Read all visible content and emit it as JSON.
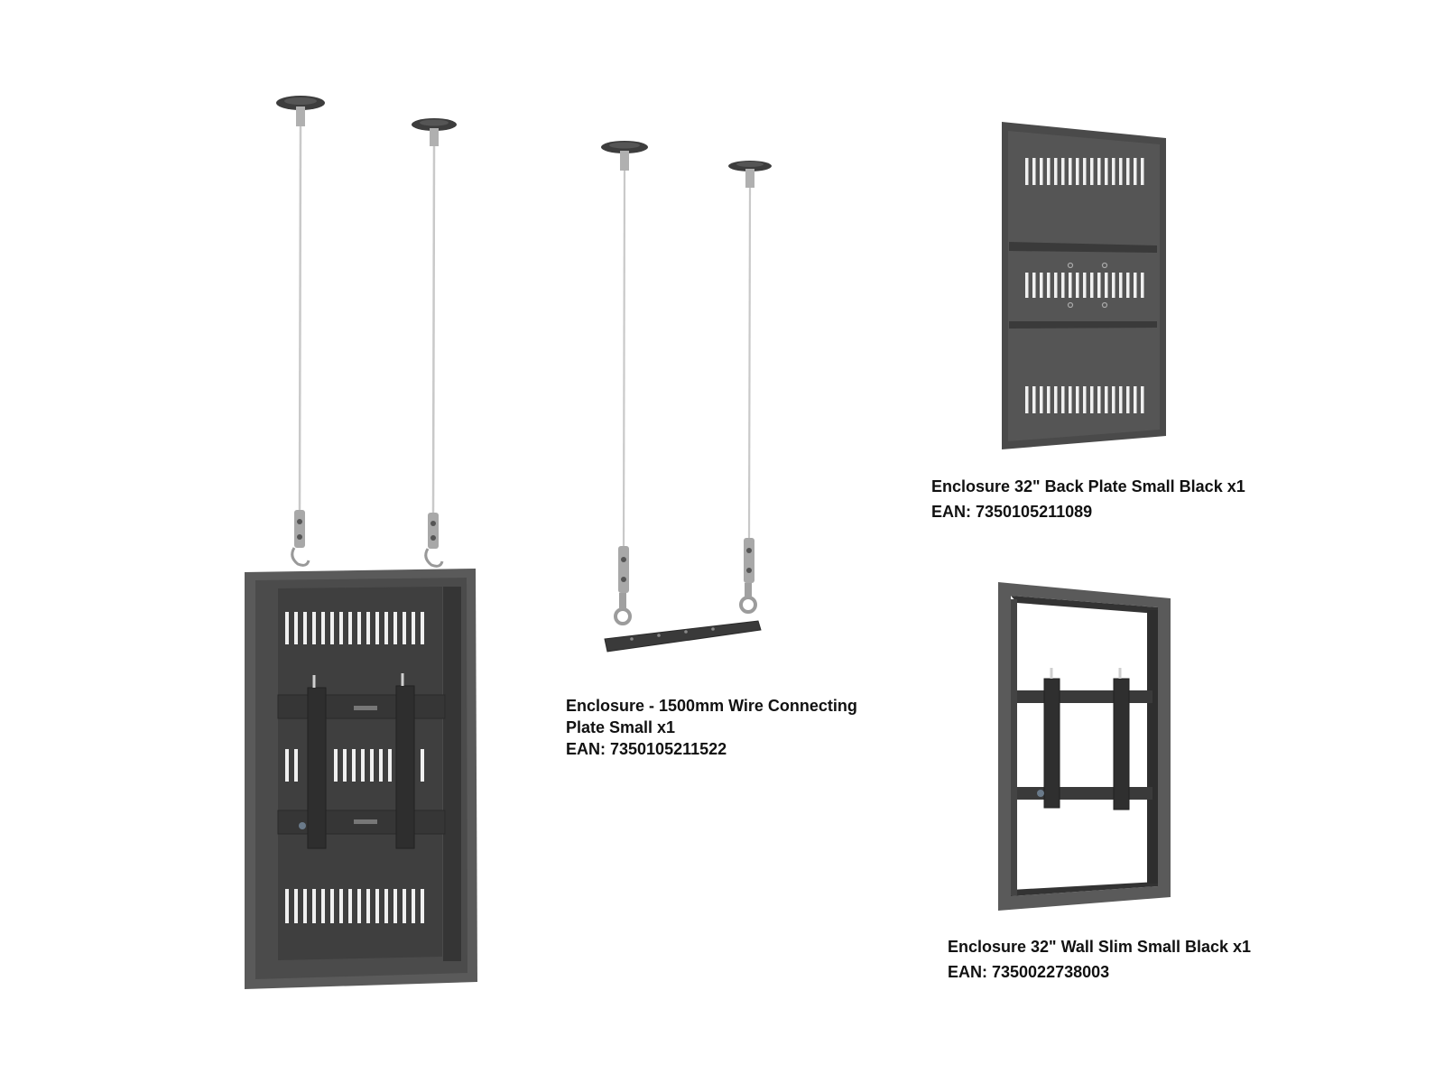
{
  "products": {
    "wire_plate": {
      "name_line1": "Enclosure - 1500mm Wire Connecting",
      "name_line2": "Plate Small x1",
      "ean": "EAN: 7350105211522"
    },
    "back_plate": {
      "name": "Enclosure 32\" Back Plate Small Black x1",
      "ean": "EAN: 7350105211089"
    },
    "wall_slim": {
      "name": "Enclosure 32\" Wall Slim Small Black x1",
      "ean": "EAN: 7350022738003"
    }
  },
  "colors": {
    "metal_dark": "#4a4a4a",
    "metal_mid": "#5c5c5c",
    "metal_light": "#6e6e6e",
    "wire": "#c8c8c8",
    "hardware": "#b8b8b8",
    "slot": "#f2f2f2"
  }
}
